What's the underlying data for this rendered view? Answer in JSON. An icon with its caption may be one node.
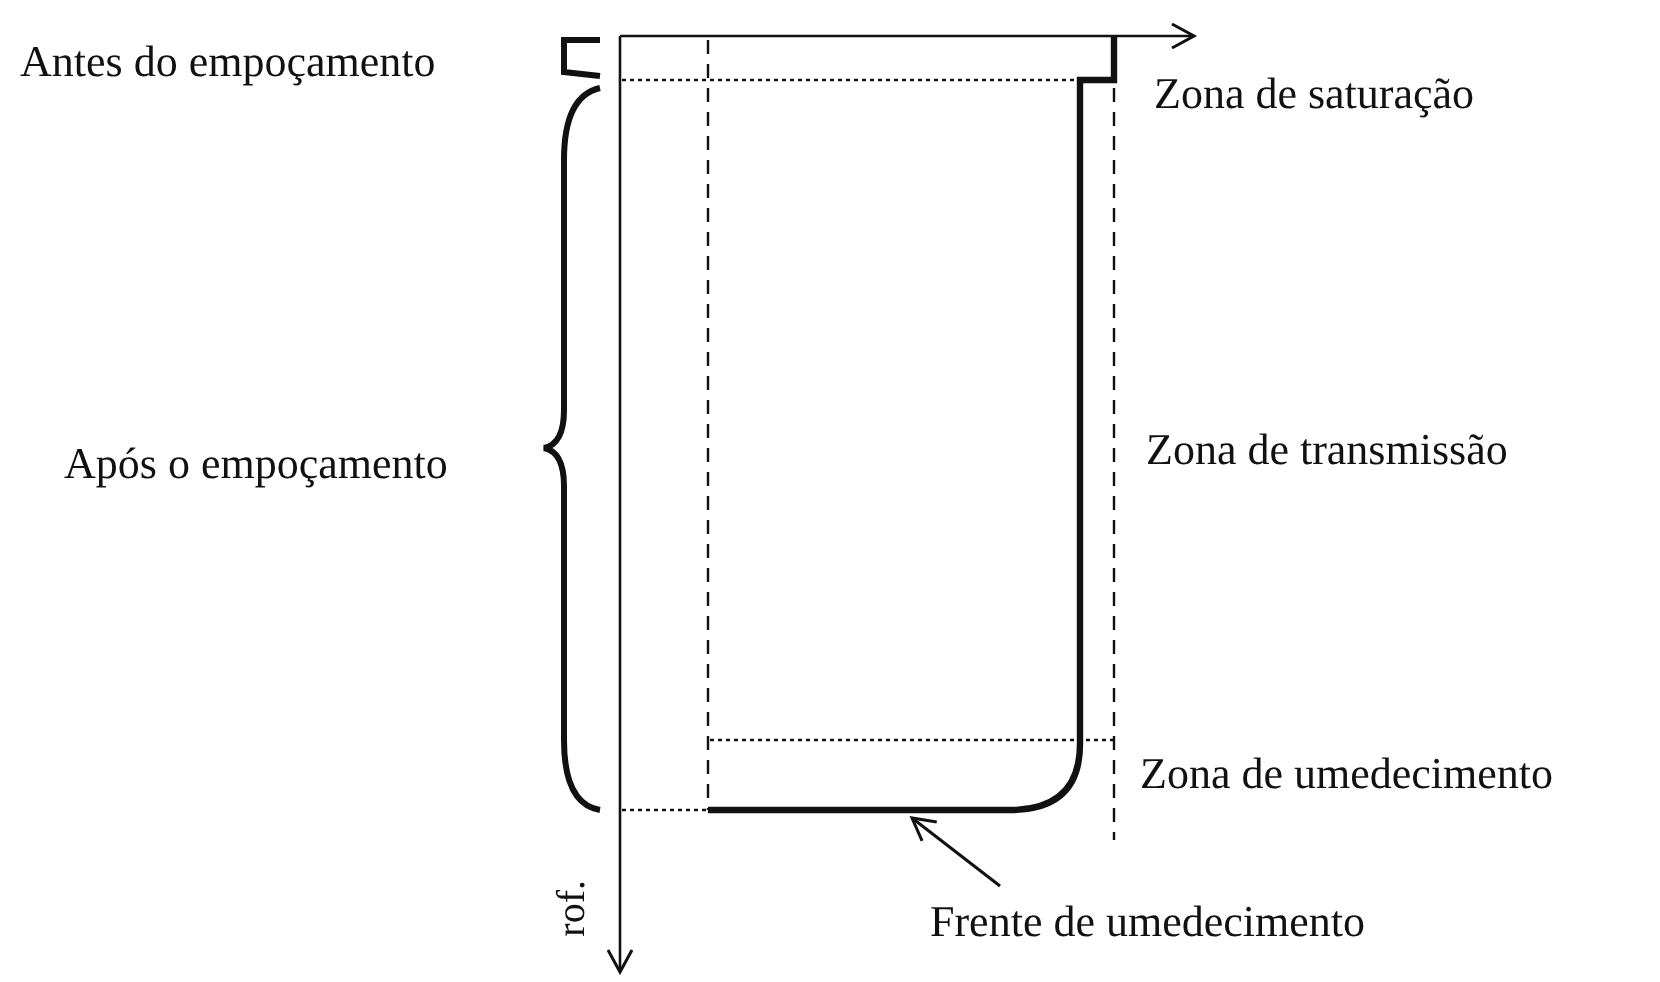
{
  "diagram": {
    "nodes": [
      {
        "text": [
          "Frente de umedecimento"
        ]
      },
      {
        "text": [],
        "shape": "line"
      }
    ],
    "edges": [
      {
        "from": 0,
        "to": 1,
        "arrow": "to"
      }
    ],
    "labels": [
      "Antes do empoçamento",
      "Zona de saturação",
      "Após o empoçamento",
      "Zona de transmissão",
      "Zona de umedecimento",
      "rof."
    ]
  }
}
